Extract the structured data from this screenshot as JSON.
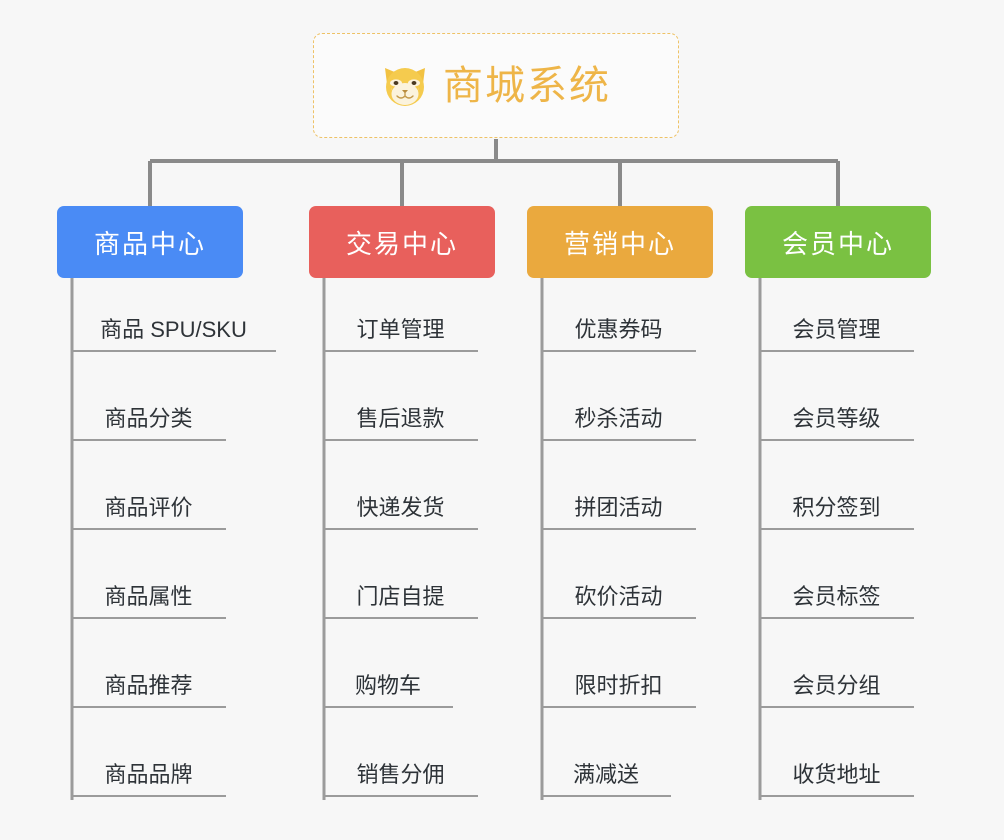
{
  "diagram": {
    "type": "org-chart",
    "background_color": "#f7f7f7",
    "line_color": "#8a8a8a",
    "root": {
      "title": "商城系统",
      "icon": "dog-face-icon",
      "text_color": "#eeb548",
      "border_color": "#eec266",
      "border_style": "dashed",
      "fill_color": "#fbfbfb"
    },
    "branches": [
      {
        "label": "商品中心",
        "color": "#4a8bf5",
        "items": [
          "商品 SPU/SKU",
          "商品分类",
          "商品评价",
          "商品属性",
          "商品推荐",
          "商品品牌"
        ]
      },
      {
        "label": "交易中心",
        "color": "#e8605c",
        "items": [
          "订单管理",
          "售后退款",
          "快递发货",
          "门店自提",
          "购物车",
          "销售分佣"
        ]
      },
      {
        "label": "营销中心",
        "color": "#eaa93e",
        "items": [
          "优惠券码",
          "秒杀活动",
          "拼团活动",
          "砍价活动",
          "限时折扣",
          "满减送"
        ]
      },
      {
        "label": "会员中心",
        "color": "#7ac142",
        "items": [
          "会员管理",
          "会员等级",
          "积分签到",
          "会员标签",
          "会员分组",
          "收货地址"
        ]
      }
    ]
  }
}
